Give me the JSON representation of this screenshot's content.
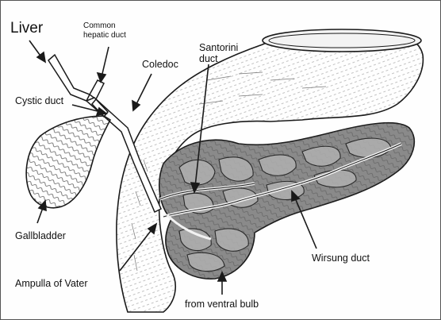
{
  "labels": {
    "liver": "Liver",
    "common_hepatic_duct_line1": "Common",
    "common_hepatic_duct_line2": "hepatic duct",
    "coledoc": "Coledoc",
    "santorini_line1": "Santorini",
    "santorini_line2": "duct",
    "cystic_duct": "Cystic duct",
    "gallbladder": "Gallbladder",
    "ampulla": "Ampulla of Vater",
    "wirsung": "Wirsung duct",
    "ventral_bulb": "from ventral bulb"
  },
  "colors": {
    "ink": "#1a1a1a",
    "pancreas_fill": "#8a8a8a",
    "lobule_fill": "#b0b0b0",
    "background": "#fefefe"
  }
}
